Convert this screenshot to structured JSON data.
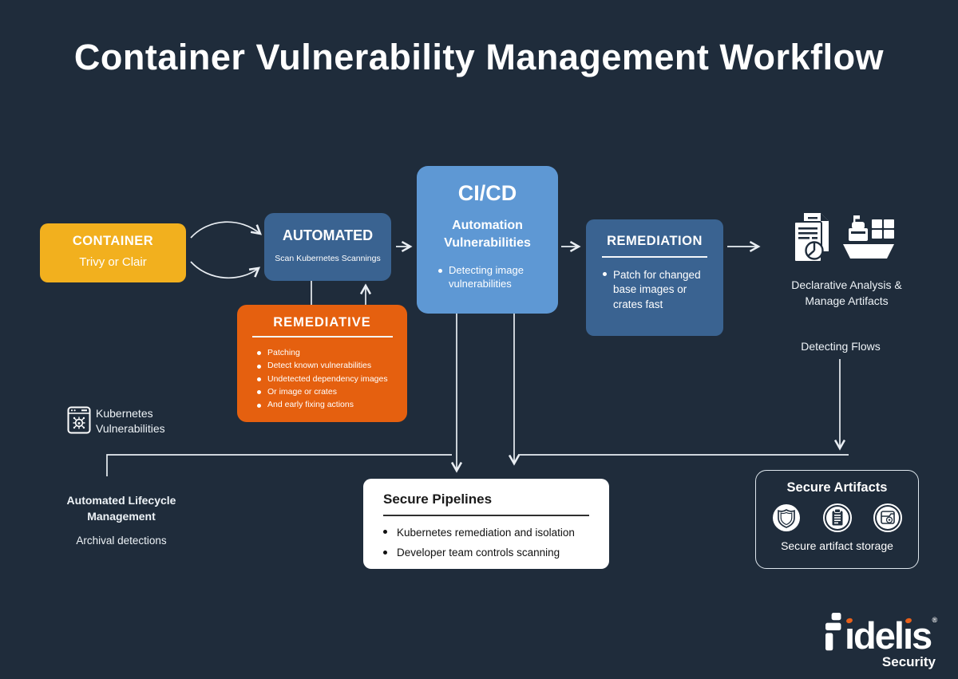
{
  "page": {
    "title": "Container Vulnerability Management Workflow"
  },
  "flow": {
    "container": {
      "title": "CONTAINER",
      "subtitle": "Trivy or Clair"
    },
    "automated": {
      "title": "AUTOMATED",
      "subtitle": "Scan Kubernetes Scannings"
    },
    "cicd": {
      "title": "CI/CD",
      "subtitle": "Automation\nVulnerabilities",
      "bullets": [
        "Detecting image vulnerabilities"
      ]
    },
    "remediation": {
      "title": "REMEDIATION",
      "bullets": [
        "Patch for changed base images or crates fast"
      ]
    },
    "remediative": {
      "title": "REMEDIATIVE",
      "bullets": [
        "Patching",
        "Detect known vulnerabilities",
        "Undetected dependency images",
        "Or image or crates",
        "And early fixing actions"
      ]
    },
    "secure_pipelines": {
      "title": "Secure Pipelines",
      "bullets": [
        "Kubernetes remediation and isolation",
        "Developer team controls scanning"
      ]
    },
    "secure_artifacts": {
      "title": "Secure Artifacts",
      "caption": "Secure artifact storage",
      "icons": [
        "shield-icon",
        "clipboard-icon",
        "archive-folder-icon"
      ]
    }
  },
  "labels": {
    "declarative_artifacts": "Declarative Analysis &\nManage Artifacts",
    "detecting_flows": "Detecting Flows",
    "kubernetes_vulnerabilities": "Kubernetes\nVulnerabilities",
    "automated_lifecycle": "Automated Lifecycle\nManagement",
    "archival_detections": "Archival detections"
  },
  "logo": {
    "brand": "Fidelis",
    "sub": "Security",
    "registered": "®"
  },
  "colors": {
    "background": "#1f2c3b",
    "container": "#f2b01e",
    "steel_blue": "#3a6391",
    "cicd_blue": "#5e98d4",
    "orange": "#e5600f",
    "panel": "#ffffff",
    "connector": "#e9eef3",
    "accent_orange": "#e8611b"
  }
}
